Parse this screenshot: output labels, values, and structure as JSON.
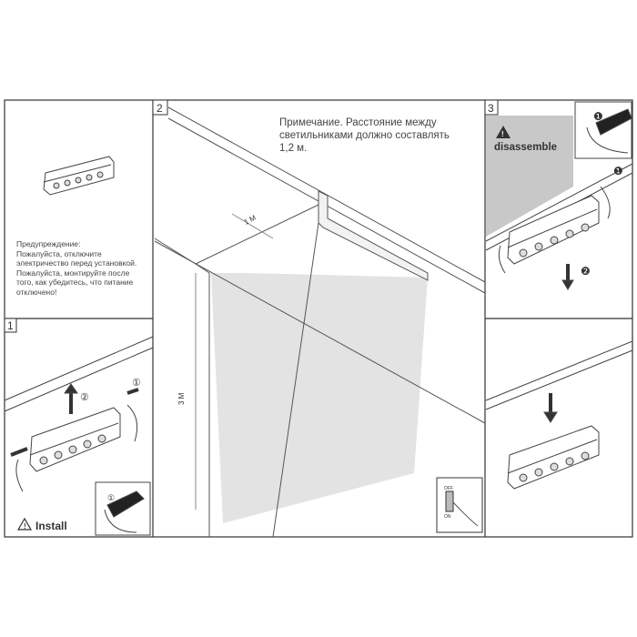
{
  "panels": {
    "p1": {
      "number": "1",
      "install_label": "Install",
      "marker_1": "①",
      "marker_2": "②"
    },
    "p2": {
      "number": "2",
      "width_label": "1 М",
      "height_label": "3 М",
      "switch_off": "OFF",
      "switch_on": "ON"
    },
    "p3": {
      "number": "3",
      "disassemble_label": "disassemble",
      "marker_1": "❶",
      "marker_2": "❷"
    }
  },
  "warning_text": "Предупреждение:\nПожалуйста, отключите электричество перед установкой.\nПожалуйста, монтируйте после того, как убедитесь, что питание отключено!",
  "note_text": "Примечание. Расстояние между светильниками должно составлять 1,2 м.",
  "colors": {
    "line": "#333333",
    "grey_fill": "#c8c8c8",
    "beam": "#e6e6e6"
  }
}
